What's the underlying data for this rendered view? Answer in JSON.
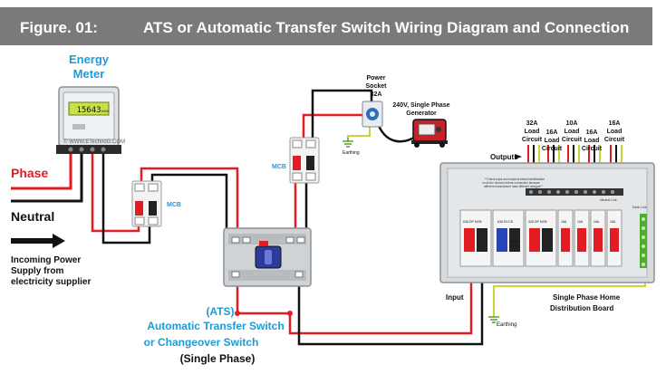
{
  "header": {
    "figure_label": "Figure. 01:",
    "title": "ATS or Automatic Transfer Switch Wiring Diagram and Connection"
  },
  "energy_meter": {
    "label_line1": "Energy",
    "label_line2": "Meter",
    "reading": "15643",
    "reading_unit": "kWh",
    "watermark": "© WWW.ETechnoG.COM"
  },
  "supply": {
    "phase": "Phase",
    "neutral": "Neutral",
    "incoming_line1": "Incoming Power",
    "incoming_line2": "Supply from",
    "incoming_line3": "electricity supplier"
  },
  "mcb_main": {
    "label": "MCB"
  },
  "mcb_gen": {
    "label": "MCB"
  },
  "socket": {
    "line1": "Power",
    "line2": "Socket",
    "line3": "32A",
    "earthing": "Earthing"
  },
  "generator": {
    "line1": "240V, Single Phase",
    "line2": "Generator"
  },
  "ats": {
    "line1": "(ATS)",
    "line2": "Automatic Transfer Switch",
    "line3": "or Changeover Switch",
    "line4": "(Single Phase)"
  },
  "distribution_board": {
    "outputs": "Outputs",
    "input": "Input",
    "earthing": "Earthing",
    "name_line1": "Single Phase Home",
    "name_line2": "Distribution Board",
    "note": "**Check input and output terminal identification on all the devices before connection because different manufacture have different designs**",
    "neutral_link": "Neutral Link",
    "earth_link": "Earth Link",
    "main_mcb_label": "63A DP MCB",
    "rccb_label": "63A RCCB",
    "rccb_rating": "30mA",
    "mcb2_label": "32A DP MCB",
    "mcb_16a": "16A",
    "mcb_10a": "10A",
    "circuits": [
      {
        "rating": "32A",
        "line2": "Load",
        "line3": "Circuit"
      },
      {
        "rating": "16A",
        "line2": "Load",
        "line3": "Circuit"
      },
      {
        "rating": "10A",
        "line2": "Load",
        "line3": "Circuit"
      },
      {
        "rating": "16A",
        "line2": "Load",
        "line3": "Circuit"
      },
      {
        "rating": "16A",
        "line2": "Load",
        "line3": "Circuit"
      }
    ]
  },
  "colors": {
    "header_bg": "#7a7a7a",
    "phase_wire": "#e31b23",
    "neutral_wire": "#111111",
    "earth_wire": "#c8d43a",
    "accent_blue": "#1b9bd7",
    "accent_red": "#e31b23"
  }
}
